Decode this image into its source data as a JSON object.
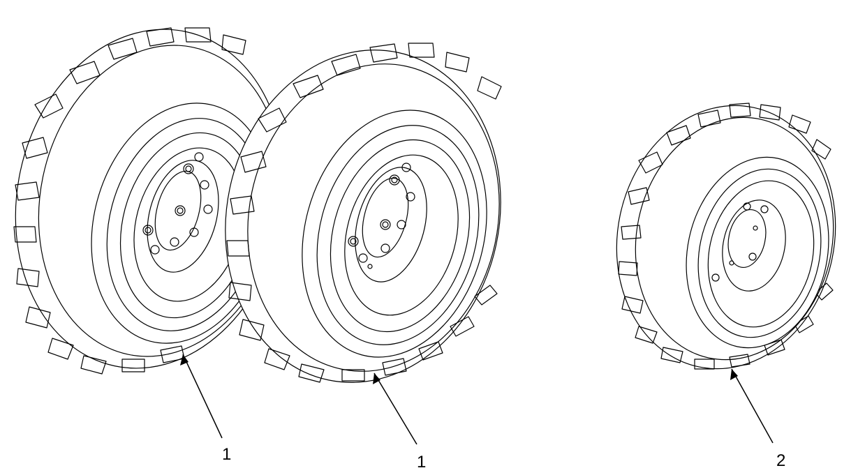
{
  "callouts": [
    {
      "label": "1"
    },
    {
      "label": "1"
    },
    {
      "label": "2"
    }
  ],
  "colors": {
    "line": "#000000",
    "tire_fill": "#ffffff",
    "background": "#ffffff"
  }
}
